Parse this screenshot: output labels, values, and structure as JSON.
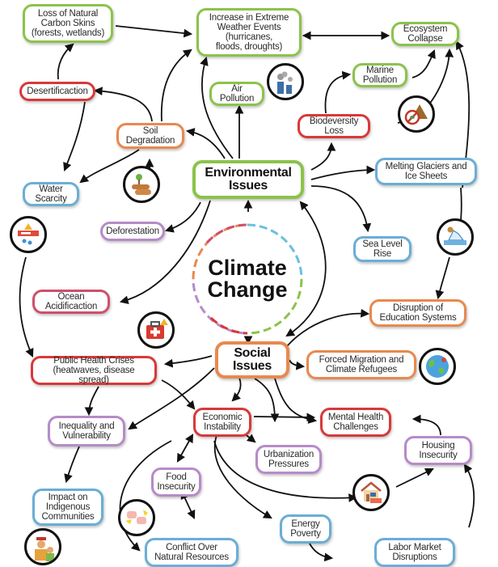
{
  "diagram": {
    "center": {
      "label": "Climate\nChange"
    },
    "hubs": {
      "environmental": {
        "label": "Environmental\nIssues",
        "color": "#8bc34a"
      },
      "social": {
        "label": "Social\nIssues",
        "color": "#e8894e"
      }
    },
    "nodes": {
      "loss_carbon_sinks": {
        "label": "Loss of Natural\nCarbon Skins\n(forests, wetlands)"
      },
      "extreme_weather": {
        "label": "Increase in Extreme\nWeather Events\n(hurricanes,\nfloods, droughts)"
      },
      "ecosystem_collapse": {
        "label": "Ecosystem\nCollapse"
      },
      "desertification": {
        "label": "Desertificaction"
      },
      "air_pollution": {
        "label": "Air\nPollution"
      },
      "marine_pollution": {
        "label": "Marine\nPollution"
      },
      "soil_degradation": {
        "label": "Soil\nDegradation"
      },
      "biodiversity_loss": {
        "label": "Biodeversity\nLoss"
      },
      "water_scarcity": {
        "label": "Water\nScarcity"
      },
      "melting_glaciers": {
        "label": "Melting Glaciers and\nIce Sheets"
      },
      "deforestation": {
        "label": "Deforestation"
      },
      "sea_level_rise": {
        "label": "Sea Level\nRise"
      },
      "ocean_acidification": {
        "label": "Ocean\nAcidificaction"
      },
      "education_disruption": {
        "label": "Disruption of\nEducation Systems"
      },
      "public_health": {
        "label": "Public Health Crises\n(heatwaves, disease spread)"
      },
      "forced_migration": {
        "label": "Forced Migration and\nClimate Refugees"
      },
      "inequality": {
        "label": "Inequality and\nVulnerability"
      },
      "economic_instability": {
        "label": "Economic\nInstability"
      },
      "mental_health": {
        "label": "Mental Health\nChallenges"
      },
      "housing_insecurity": {
        "label": "Housing\nInsecurity"
      },
      "urbanization": {
        "label": "Urbanization\nPressures"
      },
      "food_insecurity": {
        "label": "Food\nInsecurity"
      },
      "indigenous": {
        "label": "Impact on\nIndigenous\nCommunities"
      },
      "energy_poverty": {
        "label": "Energy\nPoverty"
      },
      "conflict": {
        "label": "Conflict Over\nNatural Resources"
      },
      "labor_market": {
        "label": "Labor Market\nDisruptions"
      }
    },
    "icons": [
      "factory-smoke-icon",
      "no-fishing-hazard-icon",
      "tree-stump-logs-icon",
      "water-leak-warning-icon",
      "iceberg-icon",
      "first-aid-kit-warning-icon",
      "globe-migration-icon",
      "fist-bump-conflict-icon",
      "house-rent-icon",
      "indigenous-people-icon"
    ],
    "colors": {
      "environmental": "#8bc34a",
      "social_red": "#d9383a",
      "orange": "#e8894e",
      "blue": "#6aaed6",
      "purple": "#b68bc8",
      "arrow": "#111111"
    }
  }
}
